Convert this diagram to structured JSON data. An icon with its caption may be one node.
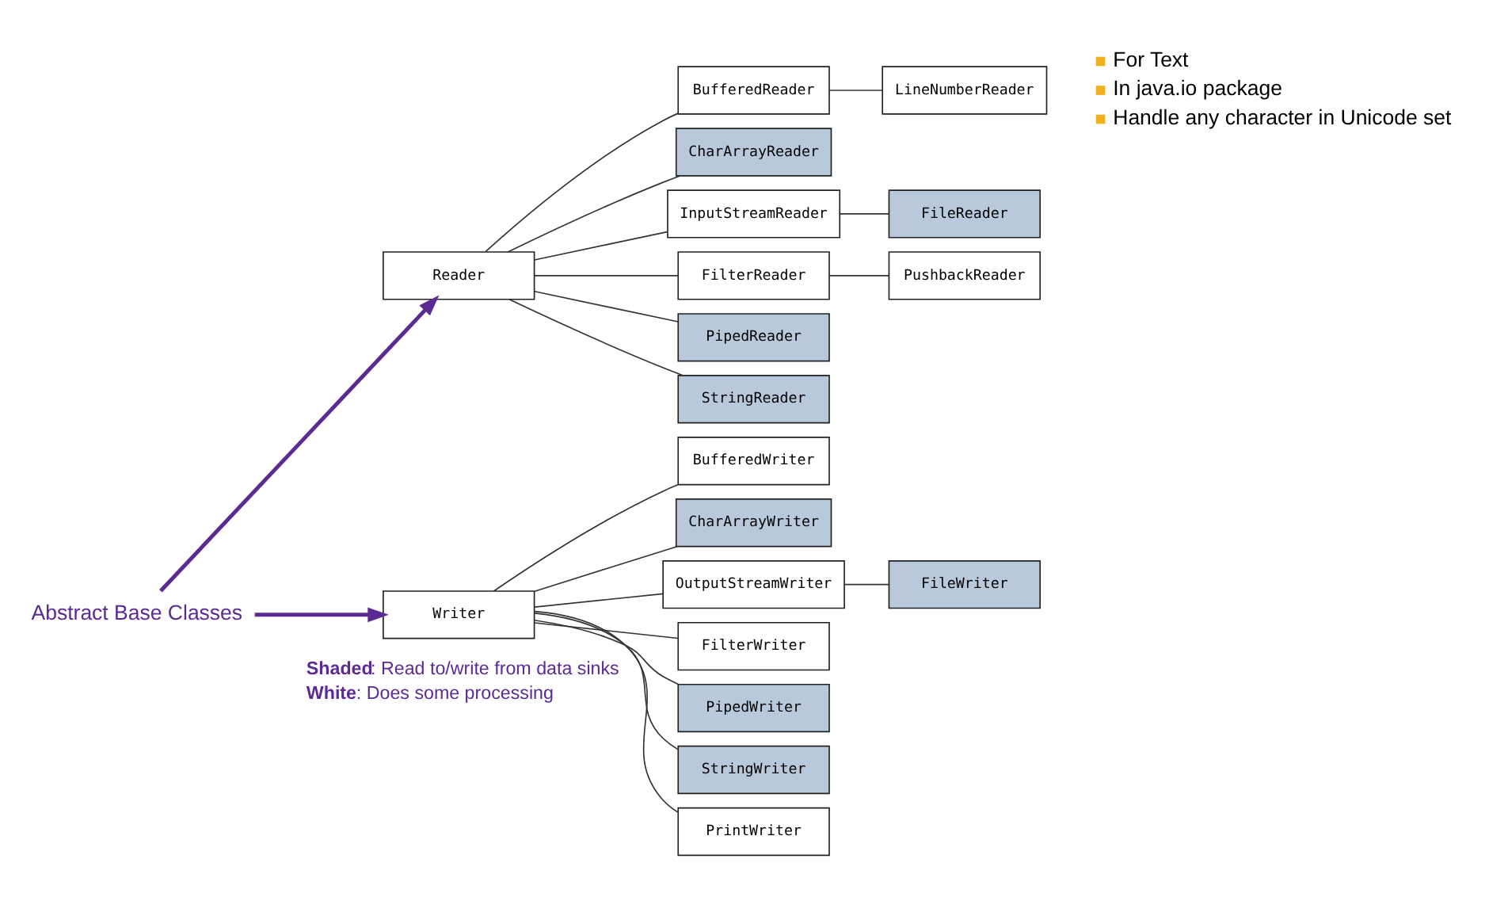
{
  "diagram": {
    "nodes": [
      {
        "text": [
          "Reader"
        ]
      },
      {
        "text": [
          "BufferedReader"
        ]
      },
      {
        "text": [
          "LineNumberReader"
        ]
      },
      {
        "text": [
          "CharArrayReader"
        ]
      },
      {
        "text": [
          "InputStreamReader"
        ]
      },
      {
        "text": [
          "FileReader"
        ]
      },
      {
        "text": [
          "FilterReader"
        ]
      },
      {
        "text": [
          "PushbackReader"
        ]
      },
      {
        "text": [
          "PipedReader"
        ]
      },
      {
        "text": [
          "StringReader"
        ]
      },
      {
        "text": [
          "Writer"
        ]
      },
      {
        "text": [
          "BufferedWriter"
        ]
      },
      {
        "text": [
          "CharArrayWriter"
        ]
      },
      {
        "text": [
          "OutputStreamWriter"
        ]
      },
      {
        "text": [
          "FileWriter"
        ]
      },
      {
        "text": [
          "FilterWriter"
        ]
      },
      {
        "text": [
          "PipedWriter"
        ]
      },
      {
        "text": [
          "StringWriter"
        ]
      },
      {
        "text": [
          "PrintWriter"
        ]
      },
      {
        "text": [
          "Abstract Base Classes"
        ]
      }
    ],
    "edges": [
      {
        "from": 0,
        "to": 1,
        "arrow": "none"
      },
      {
        "from": 1,
        "to": 2,
        "arrow": "none"
      },
      {
        "from": 0,
        "to": 3,
        "arrow": "none"
      },
      {
        "from": 0,
        "to": 4,
        "arrow": "none"
      },
      {
        "from": 4,
        "to": 5,
        "arrow": "none"
      },
      {
        "from": 0,
        "to": 6,
        "arrow": "none"
      },
      {
        "from": 6,
        "to": 7,
        "arrow": "none"
      },
      {
        "from": 0,
        "to": 8,
        "arrow": "none"
      },
      {
        "from": 0,
        "to": 9,
        "arrow": "none"
      },
      {
        "from": 10,
        "to": 11,
        "arrow": "none"
      },
      {
        "from": 10,
        "to": 12,
        "arrow": "none"
      },
      {
        "from": 10,
        "to": 13,
        "arrow": "none"
      },
      {
        "from": 13,
        "to": 14,
        "arrow": "none"
      },
      {
        "from": 10,
        "to": 15,
        "arrow": "none"
      },
      {
        "from": 10,
        "to": 16,
        "arrow": "none"
      },
      {
        "from": 10,
        "to": 17,
        "arrow": "none"
      },
      {
        "from": 10,
        "to": 18,
        "arrow": "none"
      },
      {
        "from": 19,
        "to": 0,
        "arrow": "to",
        "style": "thick",
        "color": "#5b2a93"
      },
      {
        "from": 19,
        "to": 10,
        "arrow": "to",
        "style": "thick",
        "color": "#5b2a93"
      }
    ],
    "labels": [
      "For Text",
      "In java.io package",
      "Handle any character in Unicode set",
      "**Shaded**: Read to/write from data sinks",
      "**White**: Does some processing"
    ]
  }
}
